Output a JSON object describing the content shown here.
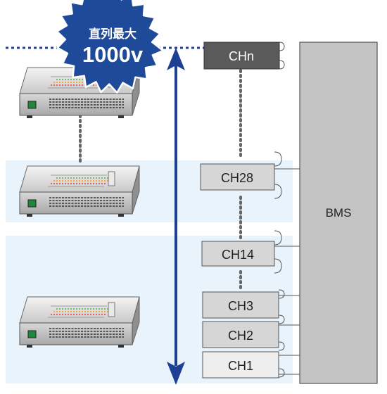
{
  "badge": {
    "line1": "直列最大",
    "line2": "1000v"
  },
  "bms": {
    "label": "BMS"
  },
  "channels": [
    {
      "id": "chn",
      "label": "CHn"
    },
    {
      "id": "ch28",
      "label": "CH28"
    },
    {
      "id": "ch14",
      "label": "CH14"
    },
    {
      "id": "ch3",
      "label": "CH3"
    },
    {
      "id": "ch2",
      "label": "CH2"
    },
    {
      "id": "ch1",
      "label": "CH1"
    }
  ],
  "colors": {
    "highlight_band": "#e8f3fc",
    "arrow": "#1d3f94",
    "badge_fill": "#1f4a99",
    "chn_fill": "#5a5a5a",
    "box_fill": "#d6d6d6",
    "bms_fill": "#c4c4c4",
    "ch1_fill": "#eeeeee"
  }
}
